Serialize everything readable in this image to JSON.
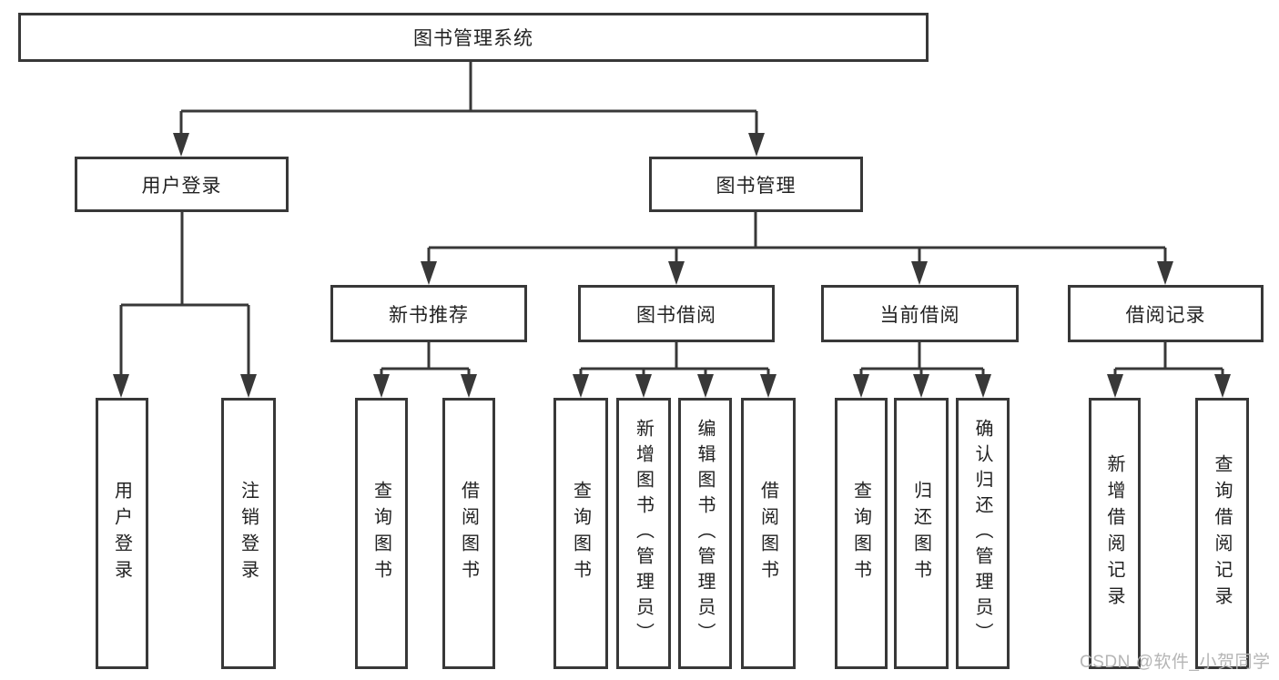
{
  "tree": {
    "label": "图书管理系统",
    "children": [
      {
        "label": "用户登录",
        "children": [
          {
            "label": "用户登录"
          },
          {
            "label": "注销登录"
          }
        ]
      },
      {
        "label": "图书管理",
        "children": [
          {
            "label": "新书推荐",
            "children": [
              {
                "label": "查询图书"
              },
              {
                "label": "借阅图书"
              }
            ]
          },
          {
            "label": "图书借阅",
            "children": [
              {
                "label": "查询图书"
              },
              {
                "label": "新增图书（管理员）"
              },
              {
                "label": "编辑图书（管理员）"
              },
              {
                "label": "借阅图书"
              }
            ]
          },
          {
            "label": "当前借阅",
            "children": [
              {
                "label": "查询图书"
              },
              {
                "label": "归还图书"
              },
              {
                "label": "确认归还（管理员）"
              }
            ]
          },
          {
            "label": "借阅记录",
            "children": [
              {
                "label": "新增借阅记录"
              },
              {
                "label": "查询借阅记录"
              }
            ]
          }
        ]
      }
    ]
  },
  "watermark": {
    "text": "CSDN @软件_小贺同学"
  },
  "colors": {
    "line": "#383838",
    "text": "#222222",
    "watermark": "#b5b5b5",
    "background": "#ffffff"
  }
}
